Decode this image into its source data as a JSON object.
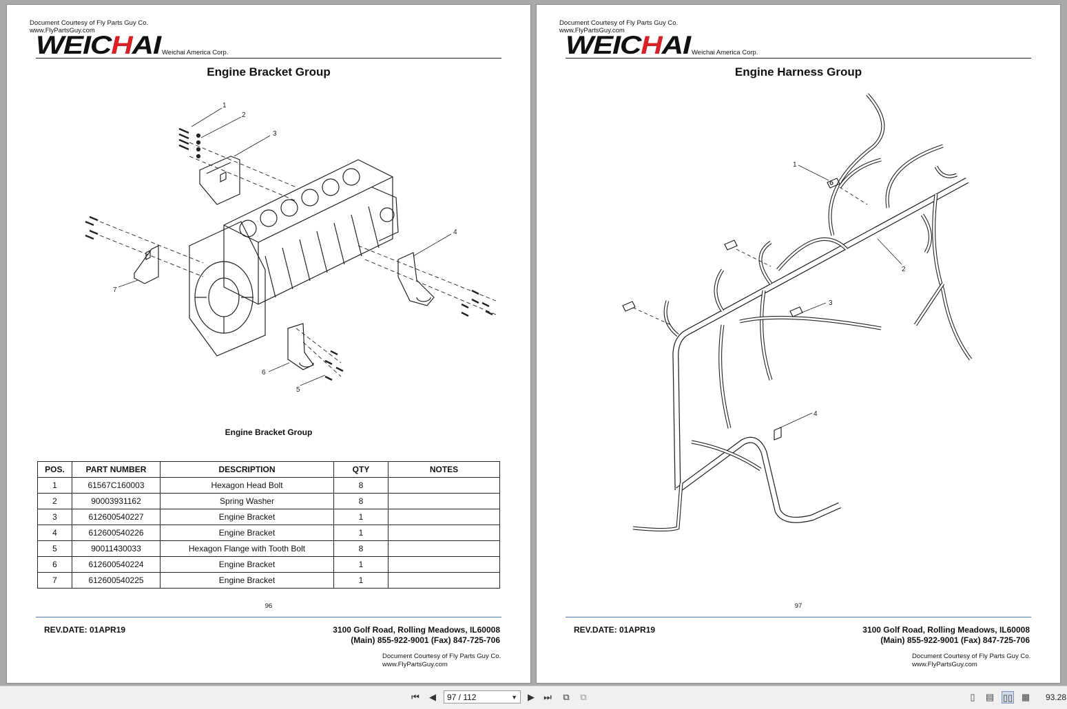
{
  "pages": [
    {
      "courtesy_top_1": "Document Courtesy of Fly Parts Guy Co.",
      "courtesy_top_2": "www.FlyPartsGuy.com",
      "logo_main": "WEICHAI",
      "logo_sub": "Weichai America Corp.",
      "title": "Engine Bracket Group",
      "figure_caption": "Engine Bracket Group",
      "callouts": [
        "1",
        "2",
        "3",
        "4",
        "5",
        "6",
        "7"
      ],
      "table": {
        "headers": [
          "POS.",
          "PART NUMBER",
          "DESCRIPTION",
          "QTY",
          "NOTES"
        ],
        "rows": [
          [
            "1",
            "61567C160003",
            "Hexagon Head Bolt",
            "8",
            ""
          ],
          [
            "2",
            "90003931162",
            "Spring Washer",
            "8",
            ""
          ],
          [
            "3",
            "612600540227",
            "Engine Bracket",
            "1",
            ""
          ],
          [
            "4",
            "612600540226",
            "Engine Bracket",
            "1",
            ""
          ],
          [
            "5",
            "90011430033",
            "Hexagon Flange with Tooth Bolt",
            "8",
            ""
          ],
          [
            "6",
            "612600540224",
            "Engine Bracket",
            "1",
            ""
          ],
          [
            "7",
            "612600540225",
            "Engine Bracket",
            "1",
            ""
          ]
        ]
      },
      "page_number": "96",
      "rev_date": "REV.DATE: 01APR19",
      "address_1": "3100 Golf Road, Rolling Meadows, IL60008",
      "address_2": "(Main) 855-922-9001 (Fax) 847-725-706",
      "courtesy_bottom_1": "Document Courtesy of Fly Parts Guy Co.",
      "courtesy_bottom_2": "www.FlyPartsGuy.com"
    },
    {
      "courtesy_top_1": "Document Courtesy of Fly Parts Guy Co.",
      "courtesy_top_2": "www.FlyPartsGuy.com",
      "logo_main": "WEICHAI",
      "logo_sub": "Weichai America Corp.",
      "title": "Engine Harness Group",
      "callouts": [
        "1",
        "2",
        "3",
        "4"
      ],
      "page_number": "97",
      "rev_date": "REV.DATE: 01APR19",
      "address_1": "3100 Golf Road, Rolling Meadows, IL60008",
      "address_2": "(Main) 855-922-9001 (Fax) 847-725-706",
      "courtesy_bottom_1": "Document Courtesy of Fly Parts Guy Co.",
      "courtesy_bottom_2": "www.FlyPartsGuy.com"
    }
  ],
  "toolbar": {
    "page_indicator": "97 / 112",
    "zoom": "93.28",
    "icons": [
      "first-page-icon",
      "prev-page-icon",
      "next-page-icon",
      "last-page-icon",
      "previous-view-icon",
      "next-view-icon",
      "single-page-view-icon",
      "continuous-view-icon",
      "facing-view-icon",
      "continuous-facing-view-icon"
    ],
    "active_view": "facing-view-icon"
  }
}
